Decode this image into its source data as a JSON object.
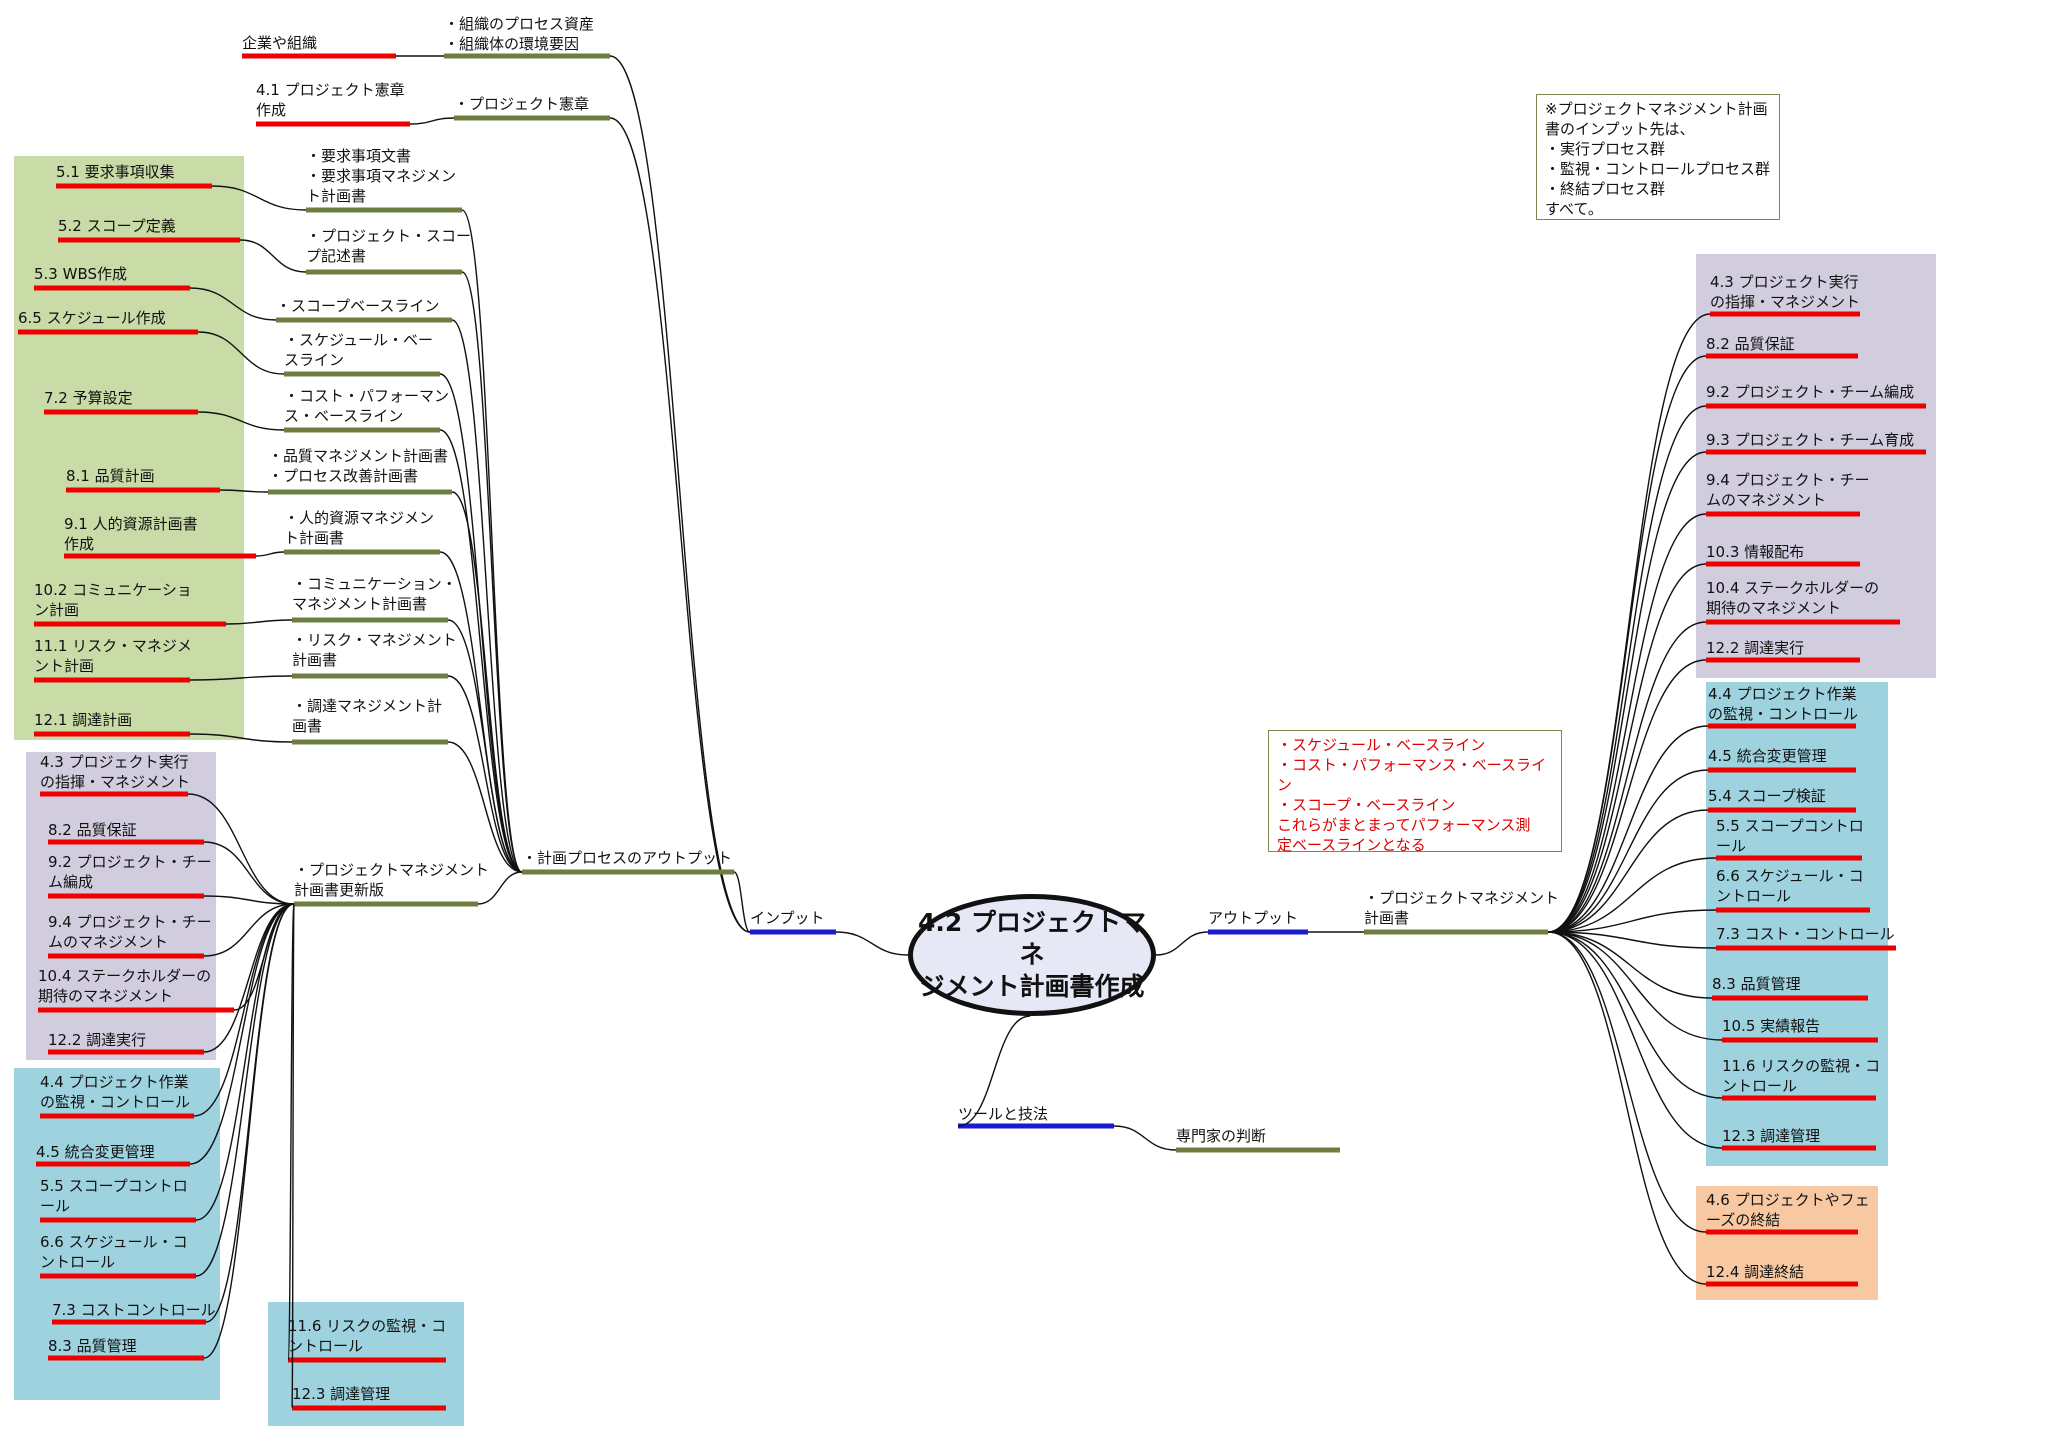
{
  "central": "4.2 プロジェクトマネ\nジメント計画書作成",
  "branches": {
    "input": "インプット",
    "output": "アウトプット",
    "tools": "ツールと技法"
  },
  "input": {
    "org_source": "企業や組織",
    "org_items": "・組織のプロセス資産\n・組織体の環境要因",
    "charter_source": "4.1 プロジェクト憲章\n作成",
    "charter_item": "・プロジェクト憲章",
    "planning_outputs": "・計画プロセスのアウトプット",
    "documents": [
      "・要求事項文書\n・要求事項マネジメン\nト計画書",
      "・プロジェクト・スコー\nプ記述書",
      "・スコープベースライン",
      "・スケジュール・ベー\nスライン",
      "・コスト・パフォーマン\nス・ベースライン",
      "・品質マネジメント計画書\n・プロセス改善計画書",
      "・人的資源マネジメン\nト計画書",
      "・コミュニケーション・\nマネジメント計画書",
      "・リスク・マネジメント\n計画書",
      "・調達マネジメント計\n画書"
    ],
    "planning_processes": [
      "5.1 要求事項収集",
      "5.2 スコープ定義",
      "5.3 WBS作成",
      "6.5 スケジュール作成",
      "7.2 予算設定",
      "8.1 品質計画",
      "9.1 人的資源計画書\n作成",
      "10.2 コミュニケーショ\nン計画",
      "11.1 リスク・マネジメ\nント計画",
      "12.1 調達計画"
    ],
    "updates": "・プロジェクトマネジメント\n計画書更新版",
    "update_exec": [
      "4.3 プロジェクト実行\nの指揮・マネジメント",
      "8.2 品質保証",
      "9.2 プロジェクト・チー\nム編成",
      "9.4 プロジェクト・チー\nムのマネジメント",
      "10.4 ステークホルダーの\n期待のマネジメント",
      "12.2 調達実行"
    ],
    "update_monitor": [
      "4.4 プロジェクト作業\nの監視・コントロール",
      "4.5 統合変更管理",
      "5.5 スコープコントロ\nール",
      "6.6 スケジュール・コ\nントロール",
      "7.3 コストコントロール",
      "8.3 品質管理"
    ],
    "update_monitor2": [
      "11.6 リスクの監視・コ\nントロール",
      "12.3 調達管理"
    ]
  },
  "tools": {
    "expert": "専門家の判断"
  },
  "output": {
    "plan": "・プロジェクトマネジメント\n計画書",
    "exec": [
      "4.3 プロジェクト実行\nの指揮・マネジメント",
      "8.2 品質保証",
      "9.2 プロジェクト・チーム編成",
      "9.3 プロジェクト・チーム育成",
      "9.4 プロジェクト・チー\nムのマネジメント",
      "10.3 情報配布",
      "10.4 ステークホルダーの\n期待のマネジメント",
      "12.2 調達実行"
    ],
    "monitor": [
      "4.4 プロジェクト作業\nの監視・コントロール",
      "4.5 統合変更管理",
      "5.4 スコープ検証",
      "5.5 スコープコントロ\nール",
      "6.6 スケジュール・コ\nントロール",
      "7.3 コスト・コントロール",
      "8.3 品質管理",
      "10.5 実績報告",
      "11.6 リスクの監視・コ\nントロール",
      "12.3 調達管理"
    ],
    "closing": [
      "4.6 プロジェクトやフェ\nーズの終結",
      "12.4 調達終結"
    ]
  },
  "notes": {
    "top": "※プロジェクトマネジメント計画\n書のインプット先は、\n・実行プロセス群\n・監視・コントロールプロセス群\n・終結プロセス群\nすべて。",
    "red": "・スケジュール・ベースライン\n・コスト・パフォーマンス・ベースライン\n・スコープ・ベースライン\nこれらがまとまってパフォーマンス測\n定ベースラインとなる"
  },
  "colors": {
    "red_underline": "#ee0000",
    "olive_underline": "#6e7d40",
    "blue_underline": "#1a1ad0",
    "green_region": "#c9dba6",
    "purple_region": "#d2ccdf",
    "cyan_region": "#9dd2de",
    "orange_region": "#f7c8a2",
    "red_text": "#e00000"
  }
}
